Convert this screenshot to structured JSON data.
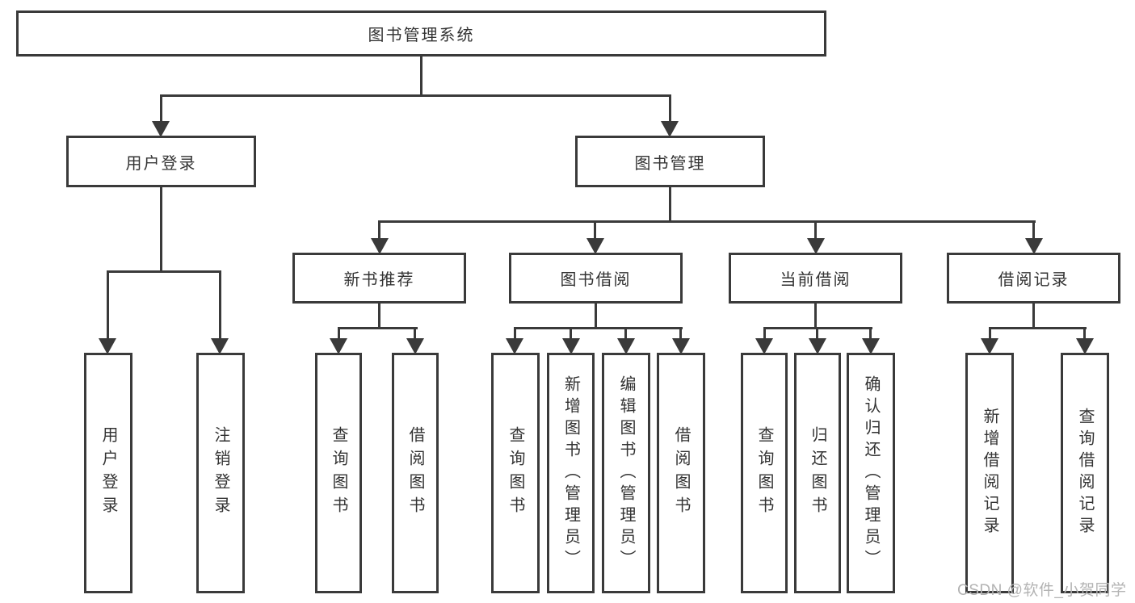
{
  "diagram": {
    "type": "function-tree",
    "colors": {
      "line": "#3a3a3a",
      "text": "#333333",
      "background": "#ffffff",
      "watermark": "#b3b3b3"
    },
    "nodes": {
      "root": {
        "label": "图书管理系统"
      },
      "user_login": {
        "label": "用户登录",
        "children": [
          {
            "label": "用户登录"
          },
          {
            "label": "注销登录"
          }
        ]
      },
      "book_mgmt": {
        "label": "图书管理",
        "children": [
          {
            "label": "新书推荐",
            "children": [
              {
                "label": "查询图书"
              },
              {
                "label": "借阅图书"
              }
            ]
          },
          {
            "label": "图书借阅",
            "children": [
              {
                "label": "查询图书"
              },
              {
                "label": "新增图书（管理员）"
              },
              {
                "label": "编辑图书（管理员）"
              },
              {
                "label": "借阅图书"
              }
            ]
          },
          {
            "label": "当前借阅",
            "children": [
              {
                "label": "查询图书"
              },
              {
                "label": "归还图书"
              },
              {
                "label": "确认归还（管理员）"
              }
            ]
          },
          {
            "label": "借阅记录",
            "children": [
              {
                "label": "新增借阅记录"
              },
              {
                "label": "查询借阅记录"
              }
            ]
          }
        ]
      }
    },
    "watermark": {
      "text": "CSDN @软件_小贺同学"
    }
  }
}
